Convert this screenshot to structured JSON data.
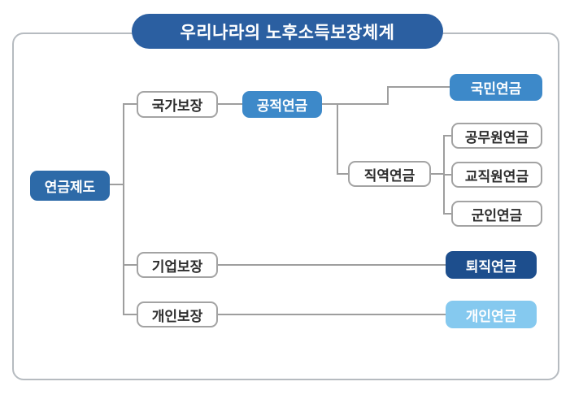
{
  "title": "우리나라의 노후소득보장체계",
  "colors": {
    "title_pill": "#2b5fa1",
    "root_node": "#2d6aa8",
    "public_pension": "#3d89c9",
    "national_pension": "#3d89c9",
    "retirement_pension": "#1d4e8d",
    "personal_pension": "#85c9ef",
    "connector_line": "#9e9e9e",
    "white_box_border": "#a3a3a3",
    "frame_border": "#b6bbc0"
  },
  "tree": {
    "root": {
      "label": "연금제도"
    },
    "branches": [
      {
        "label": "국가보장",
        "children": [
          {
            "label": "공적연금",
            "children": [
              {
                "label": "국민연금"
              },
              {
                "label": "직역연금",
                "children": [
                  {
                    "label": "공무원연금"
                  },
                  {
                    "label": "교직원연금"
                  },
                  {
                    "label": "군인연금"
                  }
                ]
              }
            ]
          }
        ]
      },
      {
        "label": "기업보장",
        "children": [
          {
            "label": "퇴직연금"
          }
        ]
      },
      {
        "label": "개인보장",
        "children": [
          {
            "label": "개인연금"
          }
        ]
      }
    ]
  }
}
